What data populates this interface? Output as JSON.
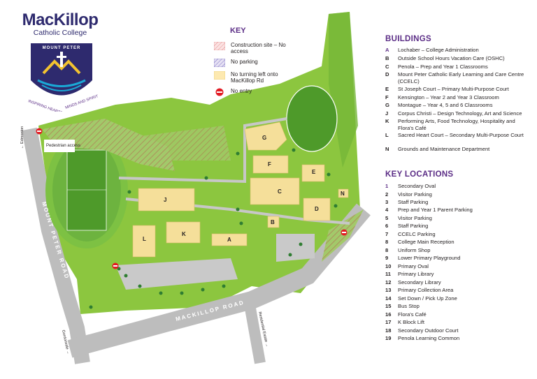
{
  "logo": {
    "title": "MacKillop",
    "subtitle": "Catholic College",
    "crest_text": "MOUNT PETER",
    "motto_left": "INSPIRING HEARTS",
    "motto_right": "MINDS AND SPIRITS"
  },
  "key": {
    "title": "KEY",
    "items": [
      {
        "label": "Construction site – No access",
        "swatch": "construction"
      },
      {
        "label": "No parking",
        "swatch": "no-parking"
      },
      {
        "label": "No turning left onto MacKillop Rd",
        "swatch": "no-turn"
      },
      {
        "label": "No entry",
        "swatch": "no-entry"
      }
    ]
  },
  "buildings": {
    "title": "BUILDINGS",
    "items": [
      {
        "code": "A",
        "label": "Lochaber – College Administration"
      },
      {
        "code": "B",
        "label": "Outside School Hours Vacation Care (OSHC)"
      },
      {
        "code": "C",
        "label": "Penola – Prep and Year 1 Classrooms"
      },
      {
        "code": "D",
        "label": "Mount Peter Catholic Early Learning and Care Centre (CCELC)"
      },
      {
        "code": "E",
        "label": "St Joseph Court – Primary Multi-Purpose Court"
      },
      {
        "code": "F",
        "label": "Kensington – Year 2 and Year 3 Classroom"
      },
      {
        "code": "G",
        "label": "Montague – Year 4, 5 and 6 Classrooms"
      },
      {
        "code": "J",
        "label": "Corpus Christi – Design Technology, Art and Science"
      },
      {
        "code": "K",
        "label": "Performing Arts, Food Technology, Hospitality and Flora's Café"
      },
      {
        "code": "L",
        "label": "Sacred Heart Court – Secondary Multi-Purpose Court"
      },
      {
        "code": "N",
        "label": "Grounds and Maintenance Department"
      }
    ]
  },
  "locations": {
    "title": "KEY LOCATIONS",
    "items": [
      {
        "code": "1",
        "label": "Secondary Oval"
      },
      {
        "code": "2",
        "label": "Visitor Parking"
      },
      {
        "code": "3",
        "label": "Staff Parking"
      },
      {
        "code": "4",
        "label": "Prep and Year 1 Parent Parking"
      },
      {
        "code": "5",
        "label": "Visitor Parking"
      },
      {
        "code": "6",
        "label": "Staff Parking"
      },
      {
        "code": "7",
        "label": "CCELC Parking"
      },
      {
        "code": "8",
        "label": "College Main Reception"
      },
      {
        "code": "8",
        "label": "Uniform Shop"
      },
      {
        "code": "9",
        "label": "Lower Primary Playground"
      },
      {
        "code": "10",
        "label": "Primary Oval"
      },
      {
        "code": "11",
        "label": "Primary Library"
      },
      {
        "code": "12",
        "label": "Secondary Library"
      },
      {
        "code": "13",
        "label": "Primary Collection Area"
      },
      {
        "code": "14",
        "label": "Set Down / Pick Up Zone"
      },
      {
        "code": "15",
        "label": "Bus Stop"
      },
      {
        "code": "16",
        "label": "Flora's Café"
      },
      {
        "code": "17",
        "label": "K Block Lift"
      },
      {
        "code": "18",
        "label": "Secondary Outdoor Court"
      },
      {
        "code": "19",
        "label": "Penola Learning Common"
      }
    ]
  },
  "map": {
    "road_mount_peter": "MOUNT PETER ROAD",
    "road_mackillop": "MACKILLOP ROAD",
    "to_edmonton": "← Edmonton",
    "to_gordonvale": "Gordonvale →",
    "to_residential": "Residential Estate →",
    "pedestrian": "Pedestrian access",
    "building_letters": [
      "G",
      "F",
      "E",
      "C",
      "N",
      "J",
      "D",
      "K",
      "L",
      "A",
      "B"
    ]
  },
  "colors": {
    "brand_purple": "#5b2d86",
    "grass": "#8cc63f",
    "grass_dark": "#4e9a2a",
    "road": "#b3b3b3",
    "building": "#f5df9a",
    "no_entry": "#e21b23"
  }
}
